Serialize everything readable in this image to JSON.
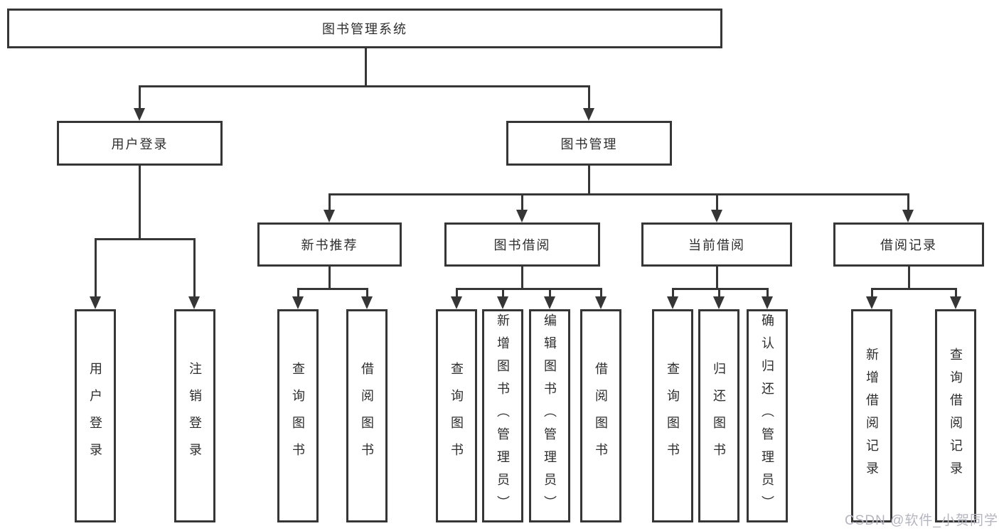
{
  "diagram_title": "图书管理系统",
  "watermark": "CSDN @软件_小贺同学",
  "colors": {
    "line": "#363636",
    "box_border": "#363636",
    "text": "#2d2d2d",
    "background": "#ffffff",
    "watermark": "#b5b5bf"
  },
  "tree": {
    "root": "图书管理系统",
    "branches": [
      {
        "label": "用户登录",
        "leaves": [
          "用户登录",
          "注销登录"
        ]
      },
      {
        "label": "图书管理",
        "groups": [
          {
            "label": "新书推荐",
            "leaves": [
              "查询图书",
              "借阅图书"
            ]
          },
          {
            "label": "图书借阅",
            "leaves": [
              "查询图书",
              "新增图书（管理员）",
              "编辑图书（管理员）",
              "借阅图书"
            ]
          },
          {
            "label": "当前借阅",
            "leaves": [
              "查询图书",
              "归还图书",
              "确认归还（管理员）"
            ]
          },
          {
            "label": "借阅记录",
            "leaves": [
              "新增借阅记录",
              "查询借阅记录"
            ]
          }
        ]
      }
    ]
  }
}
